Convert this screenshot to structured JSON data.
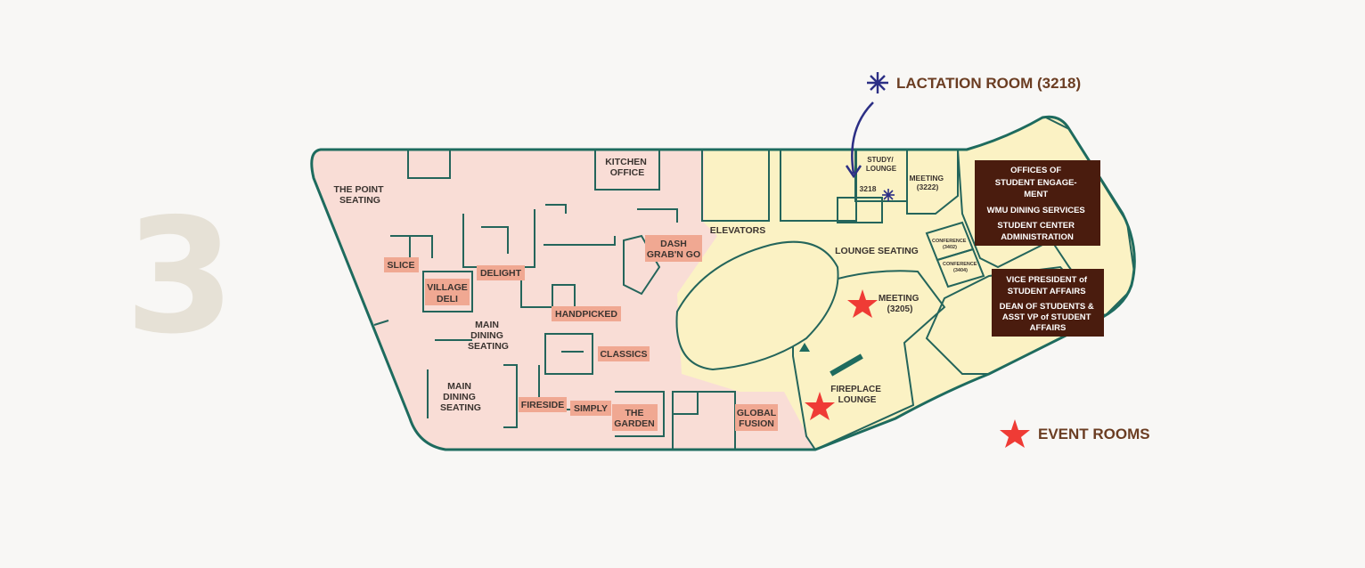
{
  "floor": {
    "number": "3"
  },
  "legend": {
    "lactation": "LACTATION ROOM (3218)",
    "event_rooms": "EVENT ROOMS"
  },
  "colors": {
    "dining": "#f9ddd6",
    "lounge": "#fbf2c4",
    "meeting": "#f5d54c",
    "restroom": "#c9e8e3",
    "service": "#e3e0de",
    "outline": "#1e6b5e",
    "vendor_tag": "#f0a892",
    "office_box": "#4a1c0e",
    "star": "#ef3b35",
    "lactation_icon": "#2c2f85"
  },
  "labels": {
    "point_seating": [
      "THE POINT",
      "SEATING"
    ],
    "kitchen_office": [
      "KITCHEN",
      "OFFICE"
    ],
    "elevators": "ELEVATORS",
    "study_lounge": [
      "STUDY/",
      "LOUNGE"
    ],
    "room_3218": "3218",
    "meeting_3222": [
      "MEETING",
      "(3222)"
    ],
    "lounge_seating": "LOUNGE SEATING",
    "conference_3402": [
      "CONFERENCE",
      "(3402)"
    ],
    "conference_3404": [
      "CONFERENCE",
      "(3404)"
    ],
    "meeting_3205": [
      "MEETING",
      "(3205)"
    ],
    "fireplace_lounge": [
      "FIREPLACE",
      "LOUNGE"
    ],
    "main_dining_1": [
      "MAIN",
      "DINING",
      "SEATING"
    ],
    "main_dining_2": [
      "MAIN",
      "DINING",
      "SEATING"
    ]
  },
  "vendors": {
    "slice": "SLICE",
    "village_deli": [
      "VILLAGE",
      "DELI"
    ],
    "delight": "DELIGHT",
    "dash": [
      "DASH",
      "GRAB'N GO"
    ],
    "handpicked": "HANDPICKED",
    "classics": "CLASSICS",
    "fireside": "FIRESIDE",
    "simply": "SIMPLY",
    "the_garden": [
      "THE",
      "GARDEN"
    ],
    "global_fusion": [
      "GLOBAL",
      "FUSION"
    ]
  },
  "offices": {
    "box1": [
      "OFFICES OF",
      "STUDENT ENGAGE-",
      "MENT",
      "WMU DINING SERVICES",
      "STUDENT CENTER",
      "ADMINISTRATION"
    ],
    "box2": [
      "VICE PRESIDENT of",
      "STUDENT AFFAIRS",
      "DEAN OF STUDENTS &",
      "ASST VP of STUDENT",
      "AFFAIRS"
    ]
  }
}
